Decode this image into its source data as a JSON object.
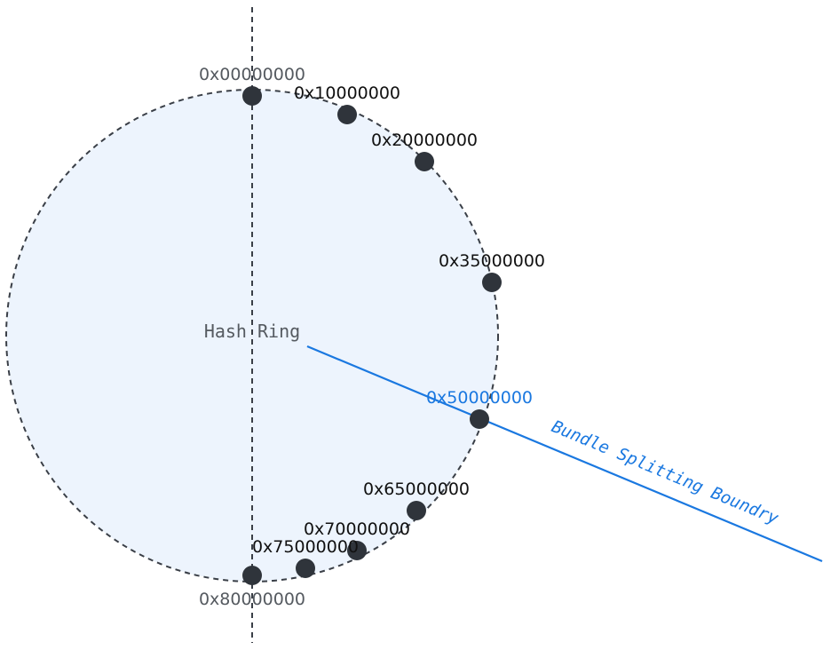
{
  "diagram": {
    "center_label": "Hash Ring",
    "boundary_label": "Bundle Splitting Boundry",
    "colors": {
      "ring_fill": "#edf4fd",
      "ring_stroke": "#3a3f47",
      "node": "#2f343b",
      "node_label": "#111111",
      "axis_label": "#555a60",
      "boundary": "#1a78e0",
      "center_label": "#555a60"
    },
    "axis_labels": {
      "top": "0x00000000",
      "bottom": "0x80000000"
    },
    "nodes": [
      {
        "label": "0x00000000",
        "value": "0x00000000"
      },
      {
        "label": "0x10000000",
        "value": "0x10000000"
      },
      {
        "label": "0x20000000",
        "value": "0x20000000"
      },
      {
        "label": "0x35000000",
        "value": "0x35000000"
      },
      {
        "label": "0x50000000",
        "value": "0x50000000"
      },
      {
        "label": "0x65000000",
        "value": "0x65000000"
      },
      {
        "label": "0x70000000",
        "value": "0x70000000"
      },
      {
        "label": "0x75000000",
        "value": "0x75000000"
      },
      {
        "label": "0x80000000",
        "value": "0x80000000"
      }
    ]
  }
}
